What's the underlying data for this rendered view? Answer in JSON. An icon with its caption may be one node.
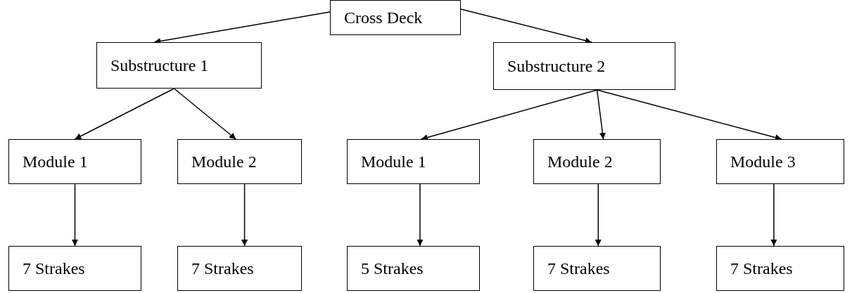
{
  "diagram": {
    "nodes": [
      {
        "text": [
          "Cross Deck"
        ]
      },
      {
        "text": [
          "Substructure 1"
        ]
      },
      {
        "text": [
          "Substructure 2"
        ]
      },
      {
        "text": [
          "Module 1"
        ]
      },
      {
        "text": [
          "Module 2"
        ]
      },
      {
        "text": [
          "Module 1"
        ]
      },
      {
        "text": [
          "Module 2"
        ]
      },
      {
        "text": [
          "Module 3"
        ]
      },
      {
        "text": [
          "7 Strakes"
        ]
      },
      {
        "text": [
          "7 Strakes"
        ]
      },
      {
        "text": [
          "5 Strakes"
        ]
      },
      {
        "text": [
          "7 Strakes"
        ]
      },
      {
        "text": [
          "7 Strakes"
        ]
      }
    ],
    "edges": [
      {
        "from": 0,
        "to": 1,
        "arrow": "to"
      },
      {
        "from": 0,
        "to": 2,
        "arrow": "to"
      },
      {
        "from": 1,
        "to": 3,
        "arrow": "to"
      },
      {
        "from": 1,
        "to": 4,
        "arrow": "to"
      },
      {
        "from": 2,
        "to": 5,
        "arrow": "to"
      },
      {
        "from": 2,
        "to": 6,
        "arrow": "to"
      },
      {
        "from": 2,
        "to": 7,
        "arrow": "to"
      },
      {
        "from": 3,
        "to": 8,
        "arrow": "to"
      },
      {
        "from": 4,
        "to": 9,
        "arrow": "to"
      },
      {
        "from": 5,
        "to": 10,
        "arrow": "to"
      },
      {
        "from": 6,
        "to": 11,
        "arrow": "to"
      },
      {
        "from": 7,
        "to": 12,
        "arrow": "to"
      }
    ]
  }
}
